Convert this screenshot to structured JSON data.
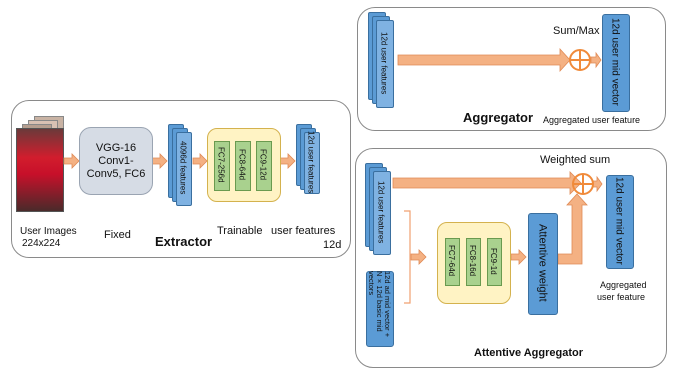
{
  "extractor": {
    "title": "Extractor",
    "input_label_1": "User Images",
    "input_label_2": "224x224",
    "vgg_text": "VGG-16\nConv1-\nConv5, FC6",
    "fixed_label": "Fixed",
    "features_4096": "4096d features",
    "fc_layers": [
      "FC7-256d",
      "FC8-64d",
      "FC9-12d"
    ],
    "trainable_label": "Trainable",
    "out_stack": "12d user features",
    "out_label_1": "user features",
    "out_label_2": "12d"
  },
  "aggregator": {
    "title": "Aggregator",
    "stack_label": "12d user features",
    "op_label": "Sum/Max",
    "mid_vector": "12d user mid vector",
    "out_label": "Aggregated user feature"
  },
  "attentive": {
    "title": "Attentive Aggregator",
    "stack_label": "12d user features",
    "ad_vector": "12d ad mid vector + N×12d basic mid vectors",
    "fc_layers": [
      "FC7-64d",
      "FC8-16d",
      "FC9-1d"
    ],
    "attentive_weight": "Attentive weight",
    "op_label": "Weighted sum",
    "mid_vector": "12d user mid vector",
    "out_label_1": "Aggregated",
    "out_label_2": "user feature"
  },
  "colors": {
    "blue": "#5b9bd5",
    "green": "#a9d18e",
    "yellow": "#fff3c4",
    "gray": "#d6dce5",
    "orange": "#f4b183"
  }
}
